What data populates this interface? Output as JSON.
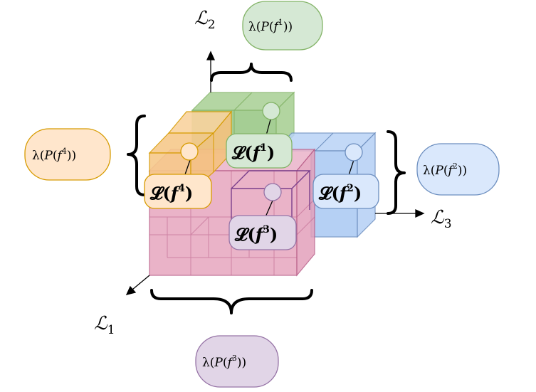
{
  "axes": [
    {
      "id": "axis-l1",
      "symbol": "ℒ",
      "sub": "1"
    },
    {
      "id": "axis-l2",
      "symbol": "ℒ",
      "sub": "2"
    },
    {
      "id": "axis-l3",
      "symbol": "ℒ",
      "sub": "3"
    }
  ],
  "blocks": [
    {
      "id": "f1",
      "index": "1",
      "color": "green",
      "fill": "#d5e8d4",
      "stroke": "#82b366",
      "face": "#8fc27a",
      "prior": {
        "prefix": "λ(",
        "P": "P",
        "f": "f",
        "sup": "1",
        "suffix": "))"
      },
      "loss": {
        "prefix": "𝓛(",
        "f": "f",
        "sup": "1",
        "suffix": ")"
      }
    },
    {
      "id": "f2",
      "index": "2",
      "color": "blue",
      "fill": "#dae8fc",
      "stroke": "#6c8ebf",
      "face": "#a9c8f3",
      "prior": {
        "prefix": "λ(",
        "P": "P",
        "f": "f",
        "sup": "2",
        "suffix": "))"
      },
      "loss": {
        "prefix": "𝓛(",
        "f": "f",
        "sup": "2",
        "suffix": ")"
      }
    },
    {
      "id": "f3",
      "index": "3",
      "color": "purple",
      "fill": "#e1d5e7",
      "stroke": "#9673a6",
      "face": "#e7a6bf",
      "prior": {
        "prefix": "λ(",
        "P": "P",
        "f": "f",
        "sup": "3",
        "suffix": "))"
      },
      "loss": {
        "prefix": "𝓛(",
        "f": "f",
        "sup": "3",
        "suffix": ")"
      }
    },
    {
      "id": "f4",
      "index": "4",
      "color": "orange",
      "fill": "#ffe6cc",
      "stroke": "#d79b00",
      "face": "#f7c98b",
      "prior": {
        "prefix": "λ(",
        "P": "P",
        "f": "f",
        "sup": "4",
        "suffix": "))"
      },
      "loss": {
        "prefix": "𝓛(",
        "f": "f",
        "sup": "4",
        "suffix": ")"
      }
    }
  ],
  "colors": {
    "pinkFace": "#e7a6bf",
    "pinkEdge": "#b85c87",
    "ink": "#000000"
  }
}
